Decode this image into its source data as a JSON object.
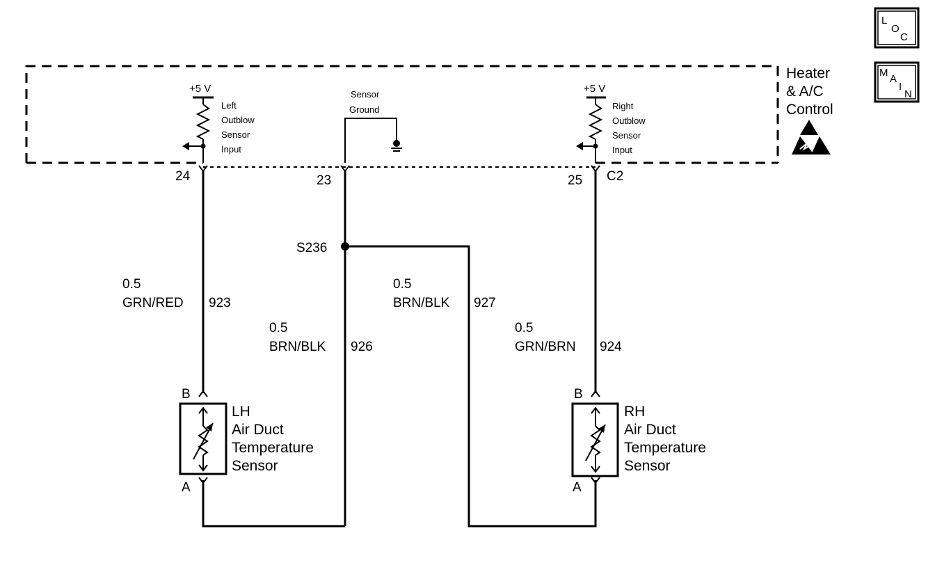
{
  "nav": {
    "loc": {
      "l1": "L",
      "l2": "O",
      "l3": "C"
    },
    "main": {
      "l1": "M",
      "l2": "A",
      "l3": "I",
      "l4": "N"
    }
  },
  "module": {
    "name_lines": [
      "Heater",
      "& A/C",
      "Control"
    ],
    "connector": "C2",
    "left_circuit": {
      "supply": "+5 V",
      "label_lines": [
        "Left",
        "Outblow",
        "Sensor",
        "Input"
      ]
    },
    "ground_circuit": {
      "label_lines": [
        "Sensor",
        "Ground"
      ]
    },
    "right_circuit": {
      "supply": "+5 V",
      "label_lines": [
        "Right",
        "Outblow",
        "Sensor",
        "Input"
      ]
    }
  },
  "pins": {
    "left": "24",
    "center": "23",
    "right": "25"
  },
  "splice": "S236",
  "wires": [
    {
      "id": "w923",
      "gauge": "0.5",
      "color": "GRN/RED",
      "circuit": "923"
    },
    {
      "id": "w926",
      "gauge": "0.5",
      "color": "BRN/BLK",
      "circuit": "926"
    },
    {
      "id": "w927",
      "gauge": "0.5",
      "color": "BRN/BLK",
      "circuit": "927"
    },
    {
      "id": "w924",
      "gauge": "0.5",
      "color": "GRN/BRN",
      "circuit": "924"
    }
  ],
  "sensors": {
    "lh": {
      "pin_top": "B",
      "pin_bottom": "A",
      "name_lines": [
        "LH",
        "Air Duct",
        "Temperature",
        "Sensor"
      ]
    },
    "rh": {
      "pin_top": "B",
      "pin_bottom": "A",
      "name_lines": [
        "RH",
        "Air Duct",
        "Temperature",
        "Sensor"
      ]
    }
  }
}
